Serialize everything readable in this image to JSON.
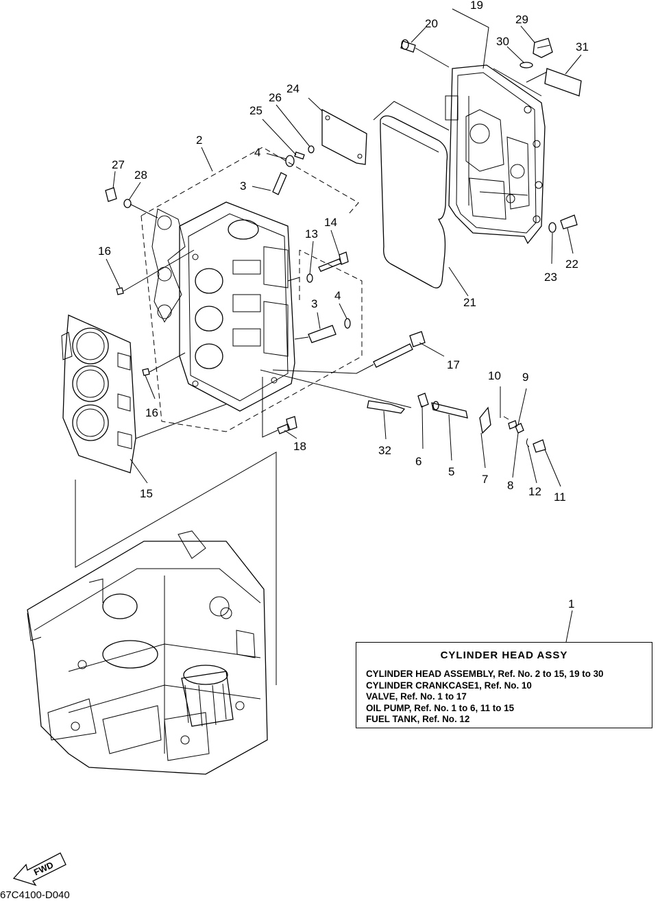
{
  "diagram": {
    "callouts": [
      {
        "id": "c1",
        "text": "1"
      },
      {
        "id": "c2",
        "text": "2"
      },
      {
        "id": "c3a",
        "text": "3"
      },
      {
        "id": "c3b",
        "text": "3"
      },
      {
        "id": "c4a",
        "text": "4"
      },
      {
        "id": "c4b",
        "text": "4"
      },
      {
        "id": "c5",
        "text": "5"
      },
      {
        "id": "c6",
        "text": "6"
      },
      {
        "id": "c7",
        "text": "7"
      },
      {
        "id": "c8",
        "text": "8"
      },
      {
        "id": "c9",
        "text": "9"
      },
      {
        "id": "c10",
        "text": "10"
      },
      {
        "id": "c11",
        "text": "11"
      },
      {
        "id": "c12",
        "text": "12"
      },
      {
        "id": "c13",
        "text": "13"
      },
      {
        "id": "c14",
        "text": "14"
      },
      {
        "id": "c15",
        "text": "15"
      },
      {
        "id": "c16a",
        "text": "16"
      },
      {
        "id": "c16b",
        "text": "16"
      },
      {
        "id": "c17",
        "text": "17"
      },
      {
        "id": "c18",
        "text": "18"
      },
      {
        "id": "c19",
        "text": "19"
      },
      {
        "id": "c20",
        "text": "20"
      },
      {
        "id": "c21",
        "text": "21"
      },
      {
        "id": "c22",
        "text": "22"
      },
      {
        "id": "c23",
        "text": "23"
      },
      {
        "id": "c24",
        "text": "24"
      },
      {
        "id": "c25",
        "text": "25"
      },
      {
        "id": "c26",
        "text": "26"
      },
      {
        "id": "c27",
        "text": "27"
      },
      {
        "id": "c28",
        "text": "28"
      },
      {
        "id": "c29",
        "text": "29"
      },
      {
        "id": "c30",
        "text": "30"
      },
      {
        "id": "c31",
        "text": "31"
      },
      {
        "id": "c32",
        "text": "32"
      }
    ],
    "assembly_box": {
      "title": "CYLINDER  HEAD  ASSY",
      "lines": [
        "CYLINDER HEAD ASSEMBLY, Ref. No. 2 to 15, 19 to 30",
        "CYLINDER CRANKCASE1,  Ref. No. 10",
        "VALVE,   Ref. No. 1 to 17",
        "OIL PUMP,  Ref. No. 1 to 6, 11 to 15",
        "FUEL TANK,  Ref. No. 12"
      ]
    },
    "fwd_label": "FWD",
    "drawing_id": "67C4100-D040"
  }
}
